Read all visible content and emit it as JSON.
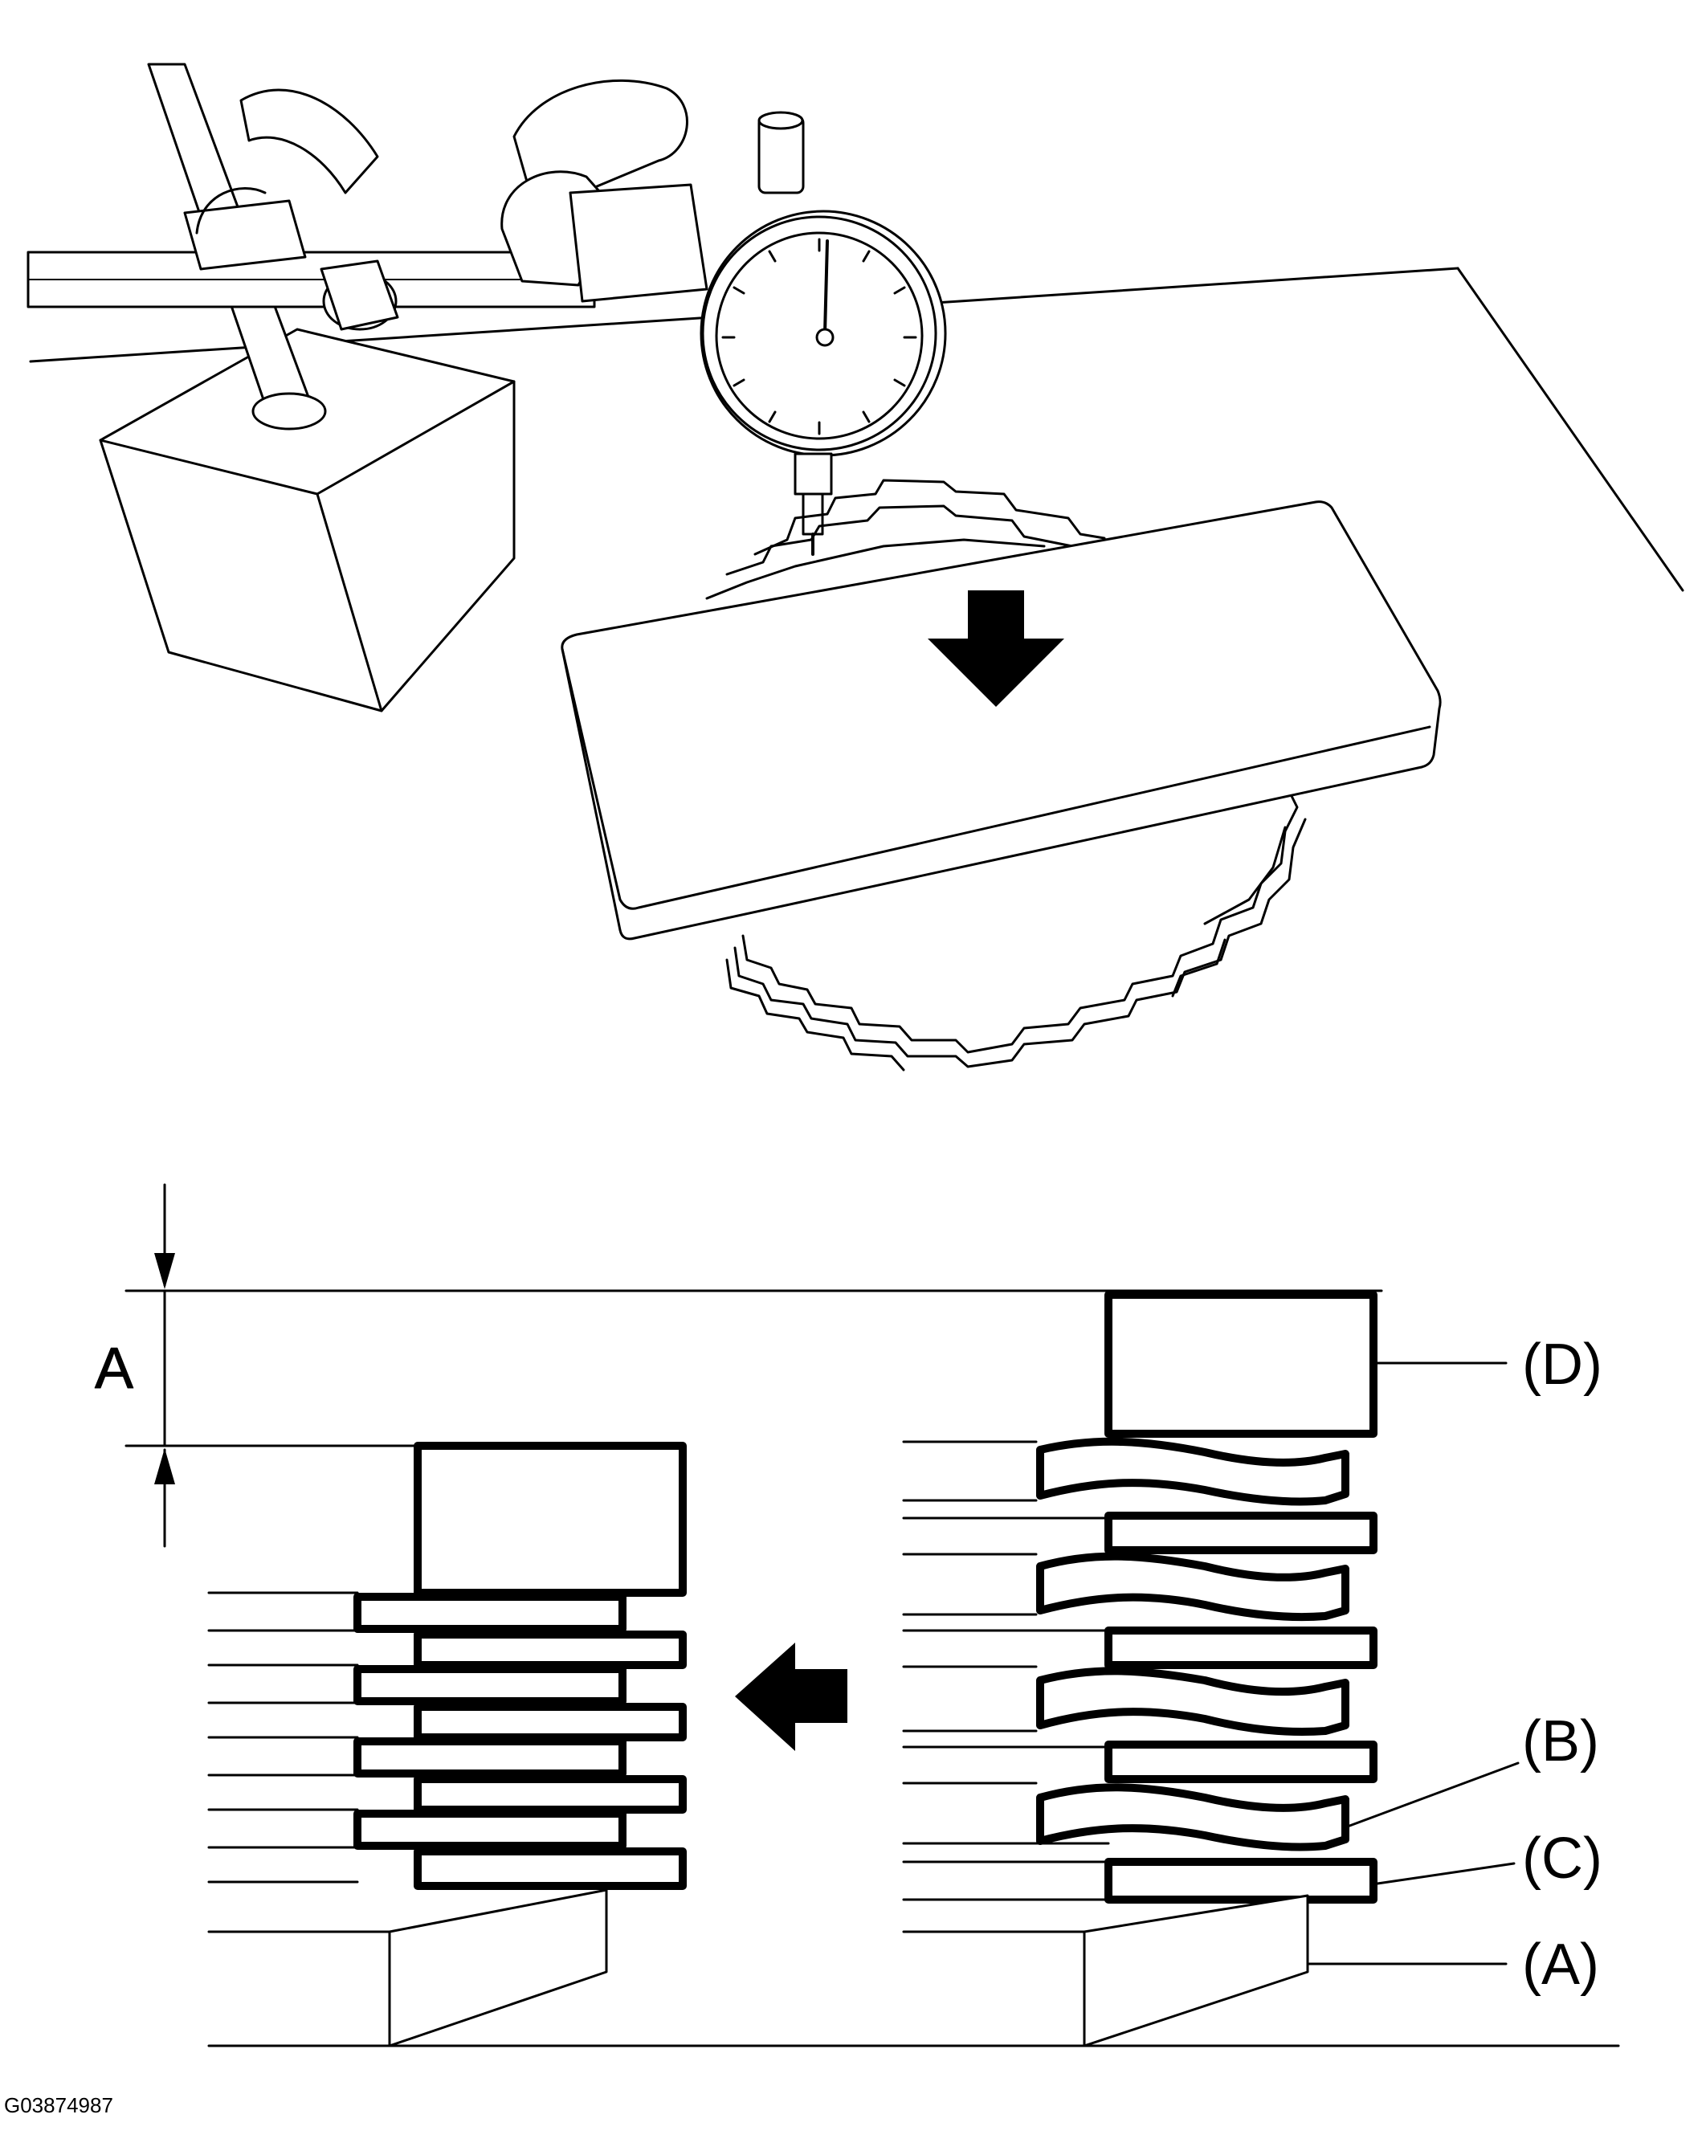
{
  "labels": {
    "dimension": "A",
    "part_d": "(D)",
    "part_b": "(B)",
    "part_c": "(C)",
    "part_a": "(A)"
  },
  "figure_id": "G03874987",
  "colors": {
    "line": "#000000",
    "background": "#ffffff"
  },
  "icons": {
    "press_arrow": "down-arrow-icon",
    "compress_arrow": "left-arrow-icon"
  }
}
